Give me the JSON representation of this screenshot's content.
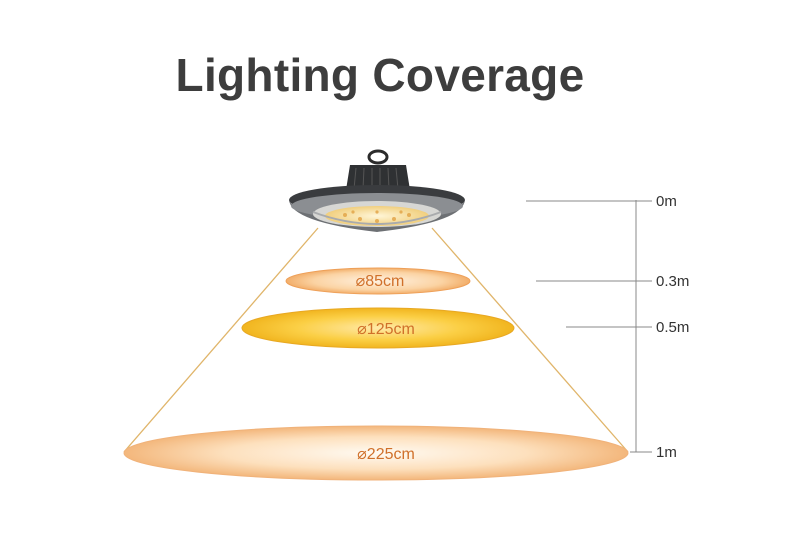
{
  "title": "Lighting Coverage",
  "lamp_icon": "high-bay-ufo-lamp",
  "colors": {
    "title": "#3d3d3d",
    "beam_line": "#e0b56a",
    "ellipse_light": "#f8c68e",
    "ellipse_mid": "#f6c22e",
    "dimension_text": "#d0702a",
    "scale": "#888888"
  },
  "levels": [
    {
      "height": "0m"
    },
    {
      "height": "0.3m",
      "diameter": "⌀85cm"
    },
    {
      "height": "0.5m",
      "diameter": "⌀125cm"
    },
    {
      "height": "1m",
      "diameter": "⌀225cm"
    }
  ]
}
